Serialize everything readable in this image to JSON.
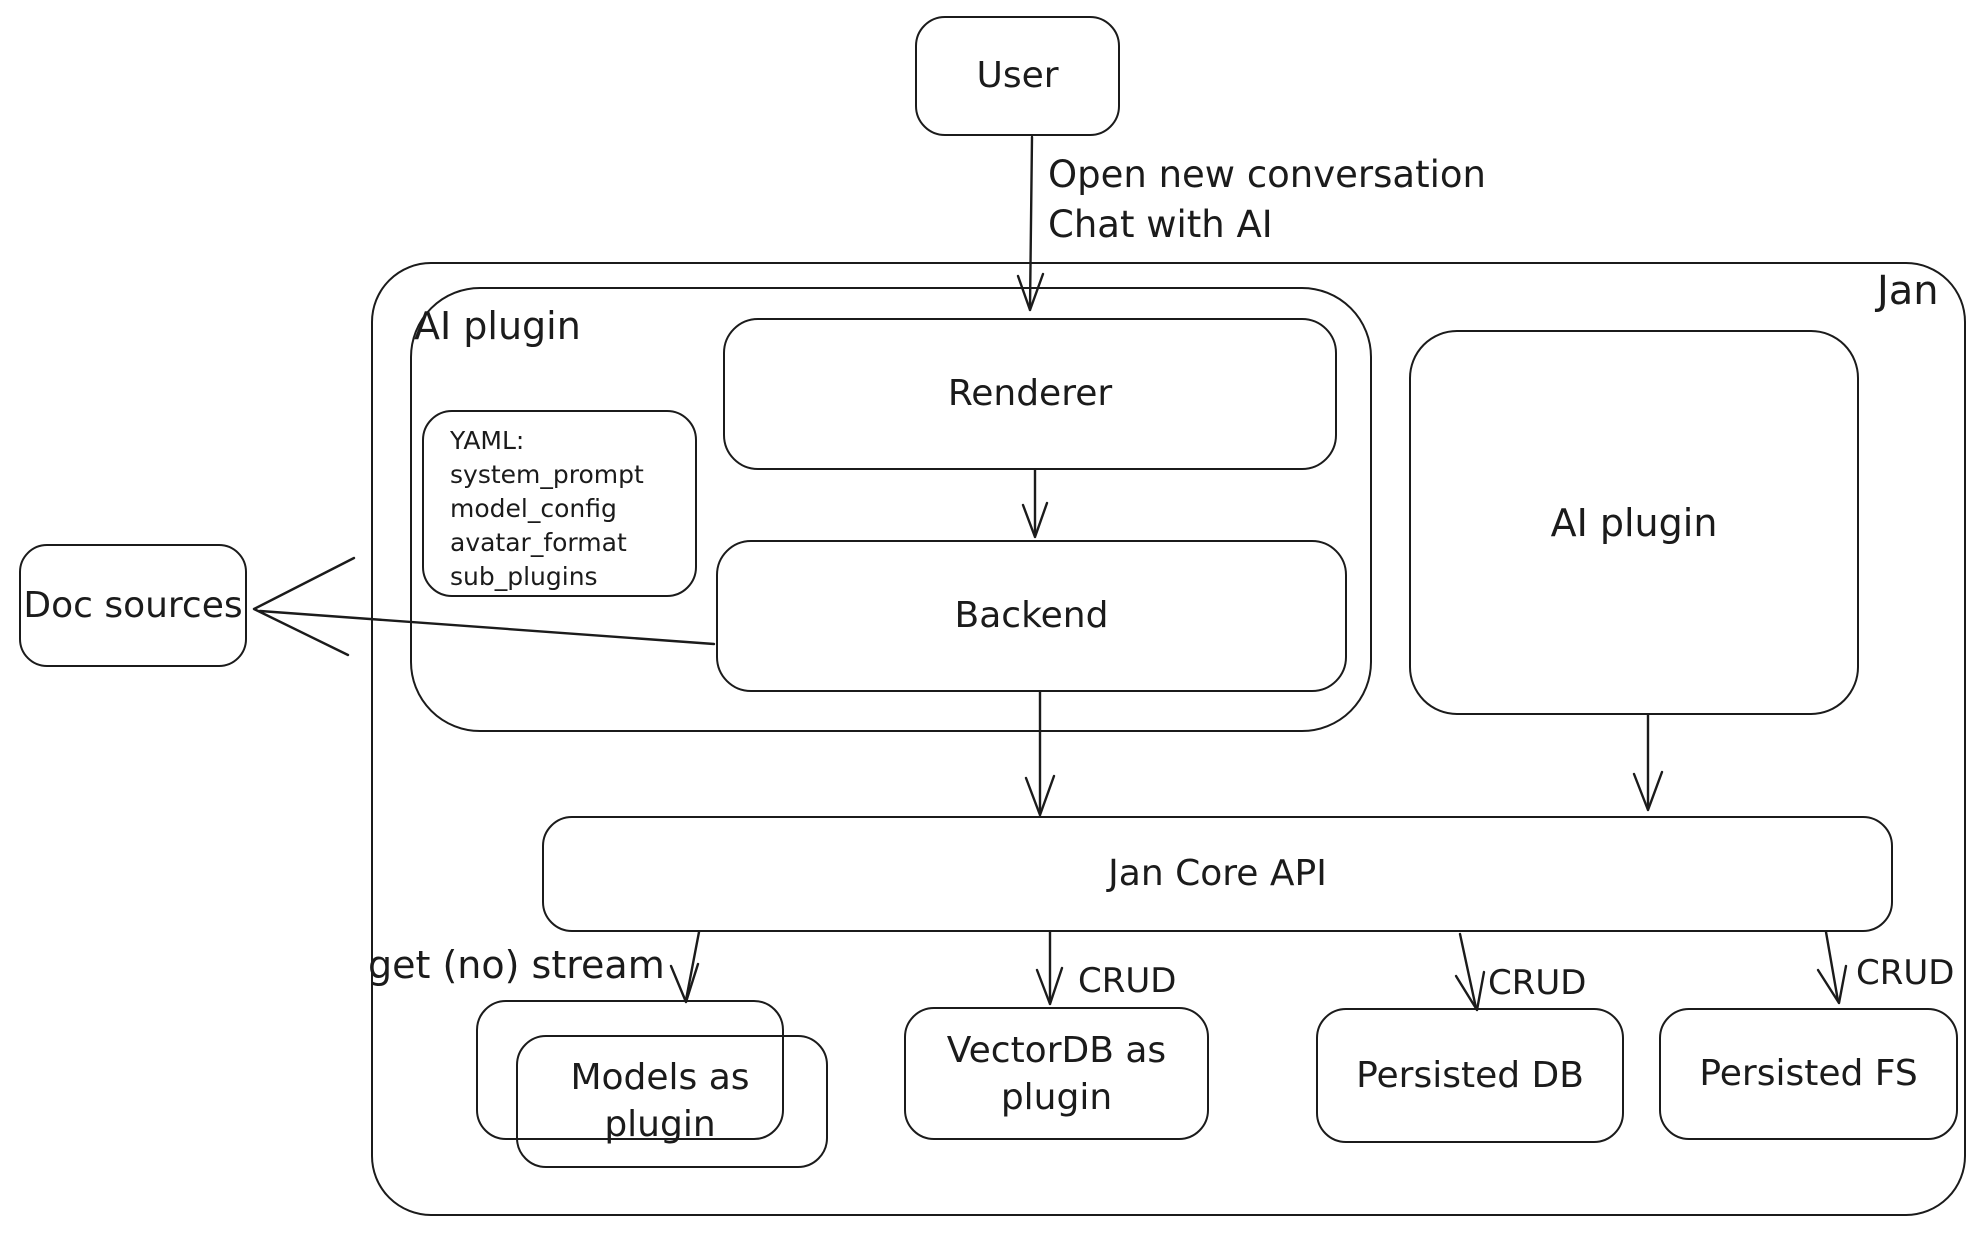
{
  "diagram": {
    "container_label": "Jan",
    "nodes": {
      "user": {
        "label": "User"
      },
      "ai_plugin_group": {
        "label": "AI plugin"
      },
      "renderer": {
        "label": "Renderer"
      },
      "backend": {
        "label": "Backend"
      },
      "yaml_note": {
        "lines": [
          "YAML:",
          "system_prompt",
          "model_config",
          "avatar_format",
          "sub_plugins"
        ]
      },
      "doc_sources": {
        "label": "Doc sources"
      },
      "ai_plugin_right": {
        "label": "AI plugin"
      },
      "jan_core_api": {
        "label": "Jan Core API"
      },
      "models_plugin": {
        "label": "Models as plugin"
      },
      "vectordb_plugin": {
        "label": "VectorDB as plugin"
      },
      "persisted_db": {
        "label": "Persisted DB"
      },
      "persisted_fs": {
        "label": "Persisted FS"
      }
    },
    "edges": {
      "user_to_renderer": {
        "label_line1": "Open new conversation",
        "label_line2": "Chat with AI"
      },
      "core_to_models": {
        "label": "get (no) stream"
      },
      "core_to_vectordb": {
        "label": "CRUD"
      },
      "core_to_persisted_db": {
        "label": "CRUD"
      },
      "core_to_persisted_fs": {
        "label": "CRUD"
      }
    },
    "colors": {
      "stroke": "#1b1b1b",
      "background": "#ffffff"
    }
  }
}
